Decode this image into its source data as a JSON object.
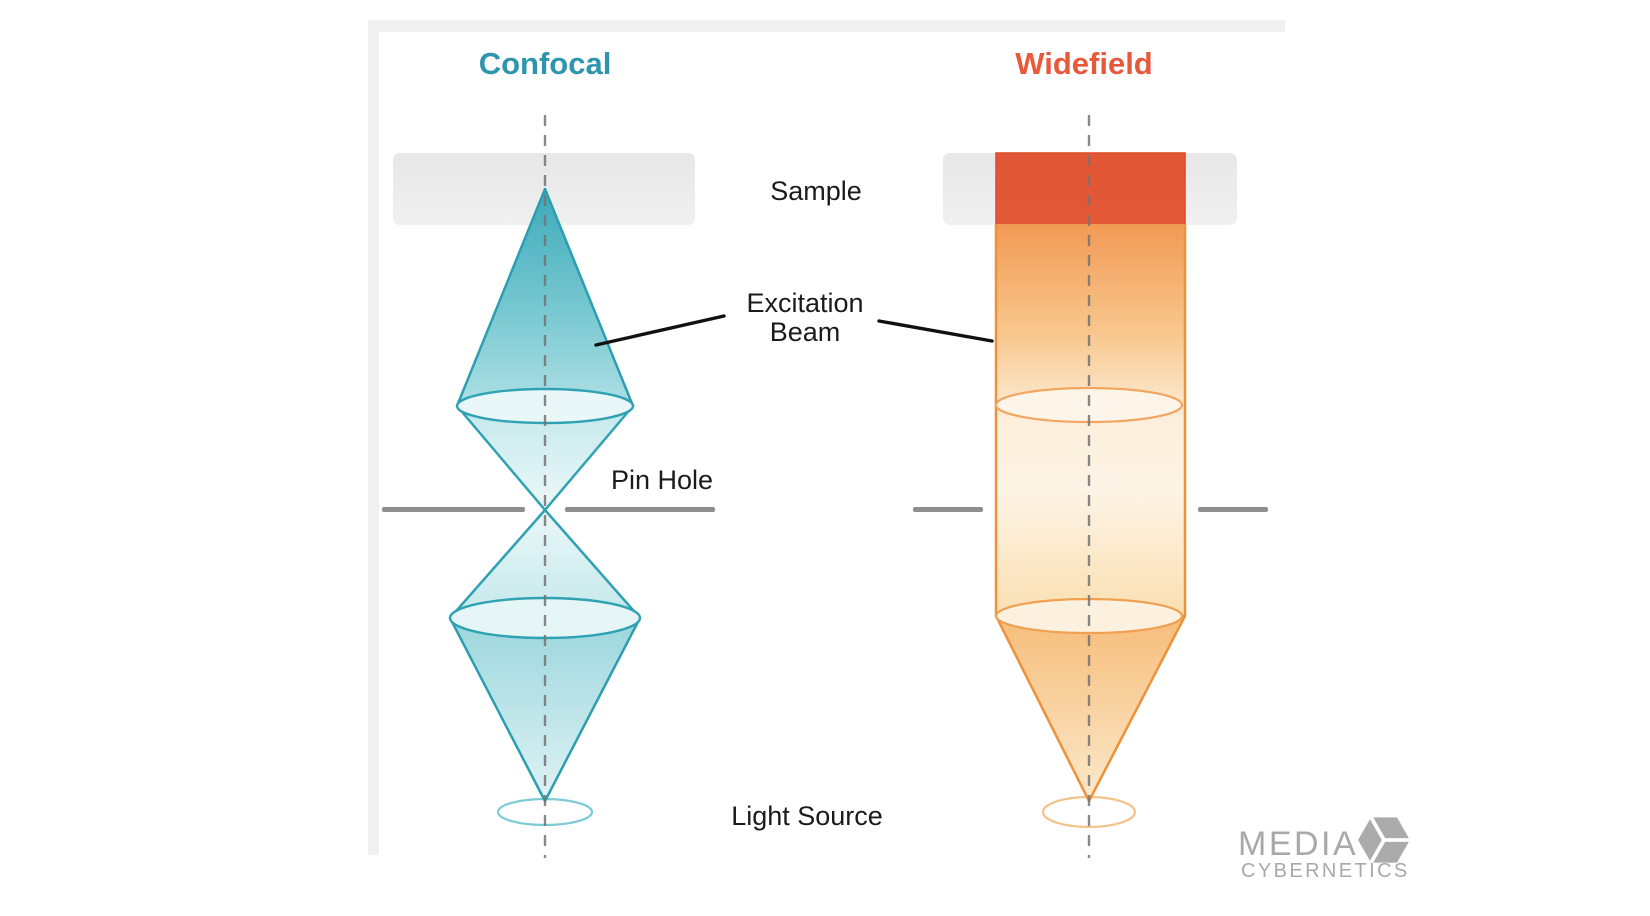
{
  "titles": {
    "confocal": "Confocal",
    "widefield": "Widefield"
  },
  "labels": {
    "sample": "Sample",
    "excitation_beam": [
      "Excitation",
      "Beam"
    ],
    "pin_hole": "Pin Hole",
    "light_source": "Light Source"
  },
  "logo": {
    "line1": "MEDIA",
    "line2": "CYBERNETICS"
  },
  "colors": {
    "confocal_accent": "#2d96ac",
    "confocal_beam": "#35a8b8",
    "widefield_accent": "#e8583b",
    "widefield_beam_edge": "#ee9139",
    "excited_sample_region": "#e14f2c",
    "sample_bar": "#ebebeb",
    "pinhole_plate": "#8e8e8e",
    "logo_gray": "#a9a9a9"
  }
}
